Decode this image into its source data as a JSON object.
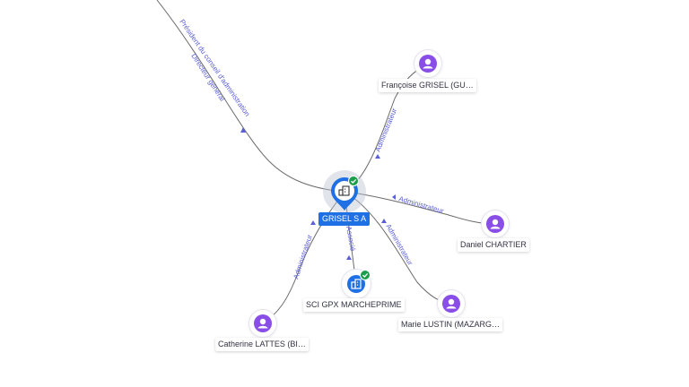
{
  "center": {
    "name": "GRISEL S A",
    "icon": "building-icon",
    "status_icon": "check-icon",
    "accent": "#1f6fe5"
  },
  "nodes": [
    {
      "id": "francoise",
      "label": "Françoise GRISEL (GU…",
      "icon": "person-icon"
    },
    {
      "id": "daniel",
      "label": "Daniel CHARTIER",
      "icon": "person-icon"
    },
    {
      "id": "marie",
      "label": "Marie LUSTIN (MAZARG…",
      "icon": "person-icon"
    },
    {
      "id": "catherine",
      "label": "Catherine LATTES (BI…",
      "icon": "person-icon"
    },
    {
      "id": "sci",
      "label": "SCI GPX MARCHEPRIME",
      "icon": "building-icon",
      "status_icon": "check-icon"
    }
  ],
  "edges": [
    {
      "to": "offscreen",
      "label_line1": "Président du conseil d'administration",
      "label_line2": "Directeur général"
    },
    {
      "to": "francoise",
      "label": "Administrateur"
    },
    {
      "to": "daniel",
      "label": "Administrateur"
    },
    {
      "to": "marie",
      "label": "Administrateur"
    },
    {
      "to": "catherine",
      "label": "Administrateur"
    },
    {
      "to": "sci",
      "label": "Associé"
    }
  ],
  "colors": {
    "person": "#8a4ee8",
    "company": "#1f6fe5",
    "edge_label": "#5b5fd6",
    "edge": "#6b6b6b",
    "check": "#1a9e4a"
  }
}
